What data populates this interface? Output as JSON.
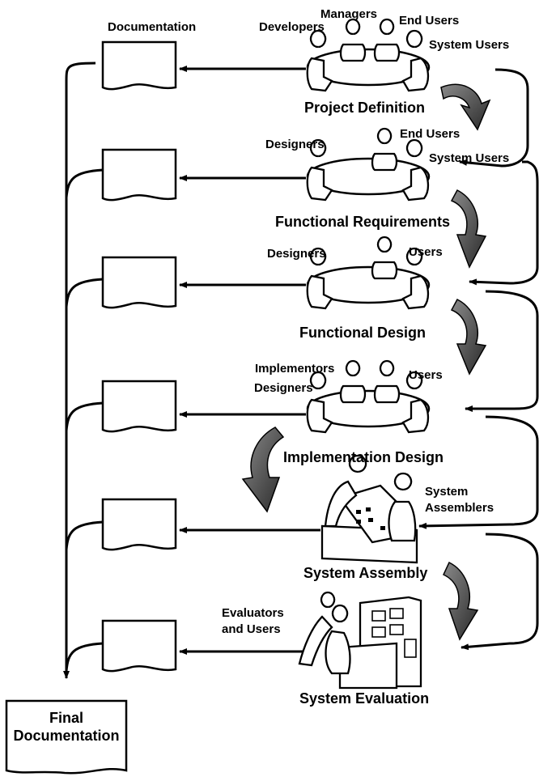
{
  "top_label": "Documentation",
  "final_doc": {
    "line1": "Final",
    "line2": "Documentation"
  },
  "stages": [
    {
      "title": "Project Definition",
      "kind": "meeting",
      "roles": [
        "Managers",
        "Developers",
        "End Users",
        "System Users"
      ]
    },
    {
      "title": "Functional Requirements",
      "kind": "meeting",
      "roles": [
        "Designers",
        "End Users",
        "System Users"
      ]
    },
    {
      "title": "Functional Design",
      "kind": "meeting",
      "roles": [
        "Designers",
        "Users"
      ]
    },
    {
      "title": "Implementation Design",
      "kind": "meeting",
      "roles": [
        "Implementors",
        "Designers",
        "Users"
      ]
    },
    {
      "title": "System Assembly",
      "kind": "workstation",
      "roles": [
        "System",
        "Assemblers"
      ]
    },
    {
      "title": "System Evaluation",
      "kind": "console",
      "roles": [
        "Evaluators",
        "and Users"
      ]
    }
  ],
  "colors": {
    "ink": "#000000",
    "paper": "#ffffff",
    "flow_arrow": "#555555"
  }
}
